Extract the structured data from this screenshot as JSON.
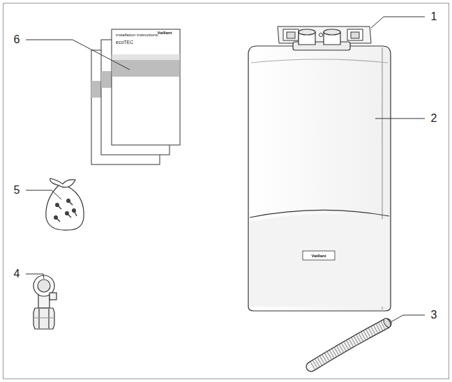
{
  "diagram": {
    "labels": [
      "installation instructions",
      "ecoTEC",
      "Vaillant",
      "1",
      "6",
      "2",
      "5",
      "4",
      "3",
      "Vaillant"
    ]
  }
}
